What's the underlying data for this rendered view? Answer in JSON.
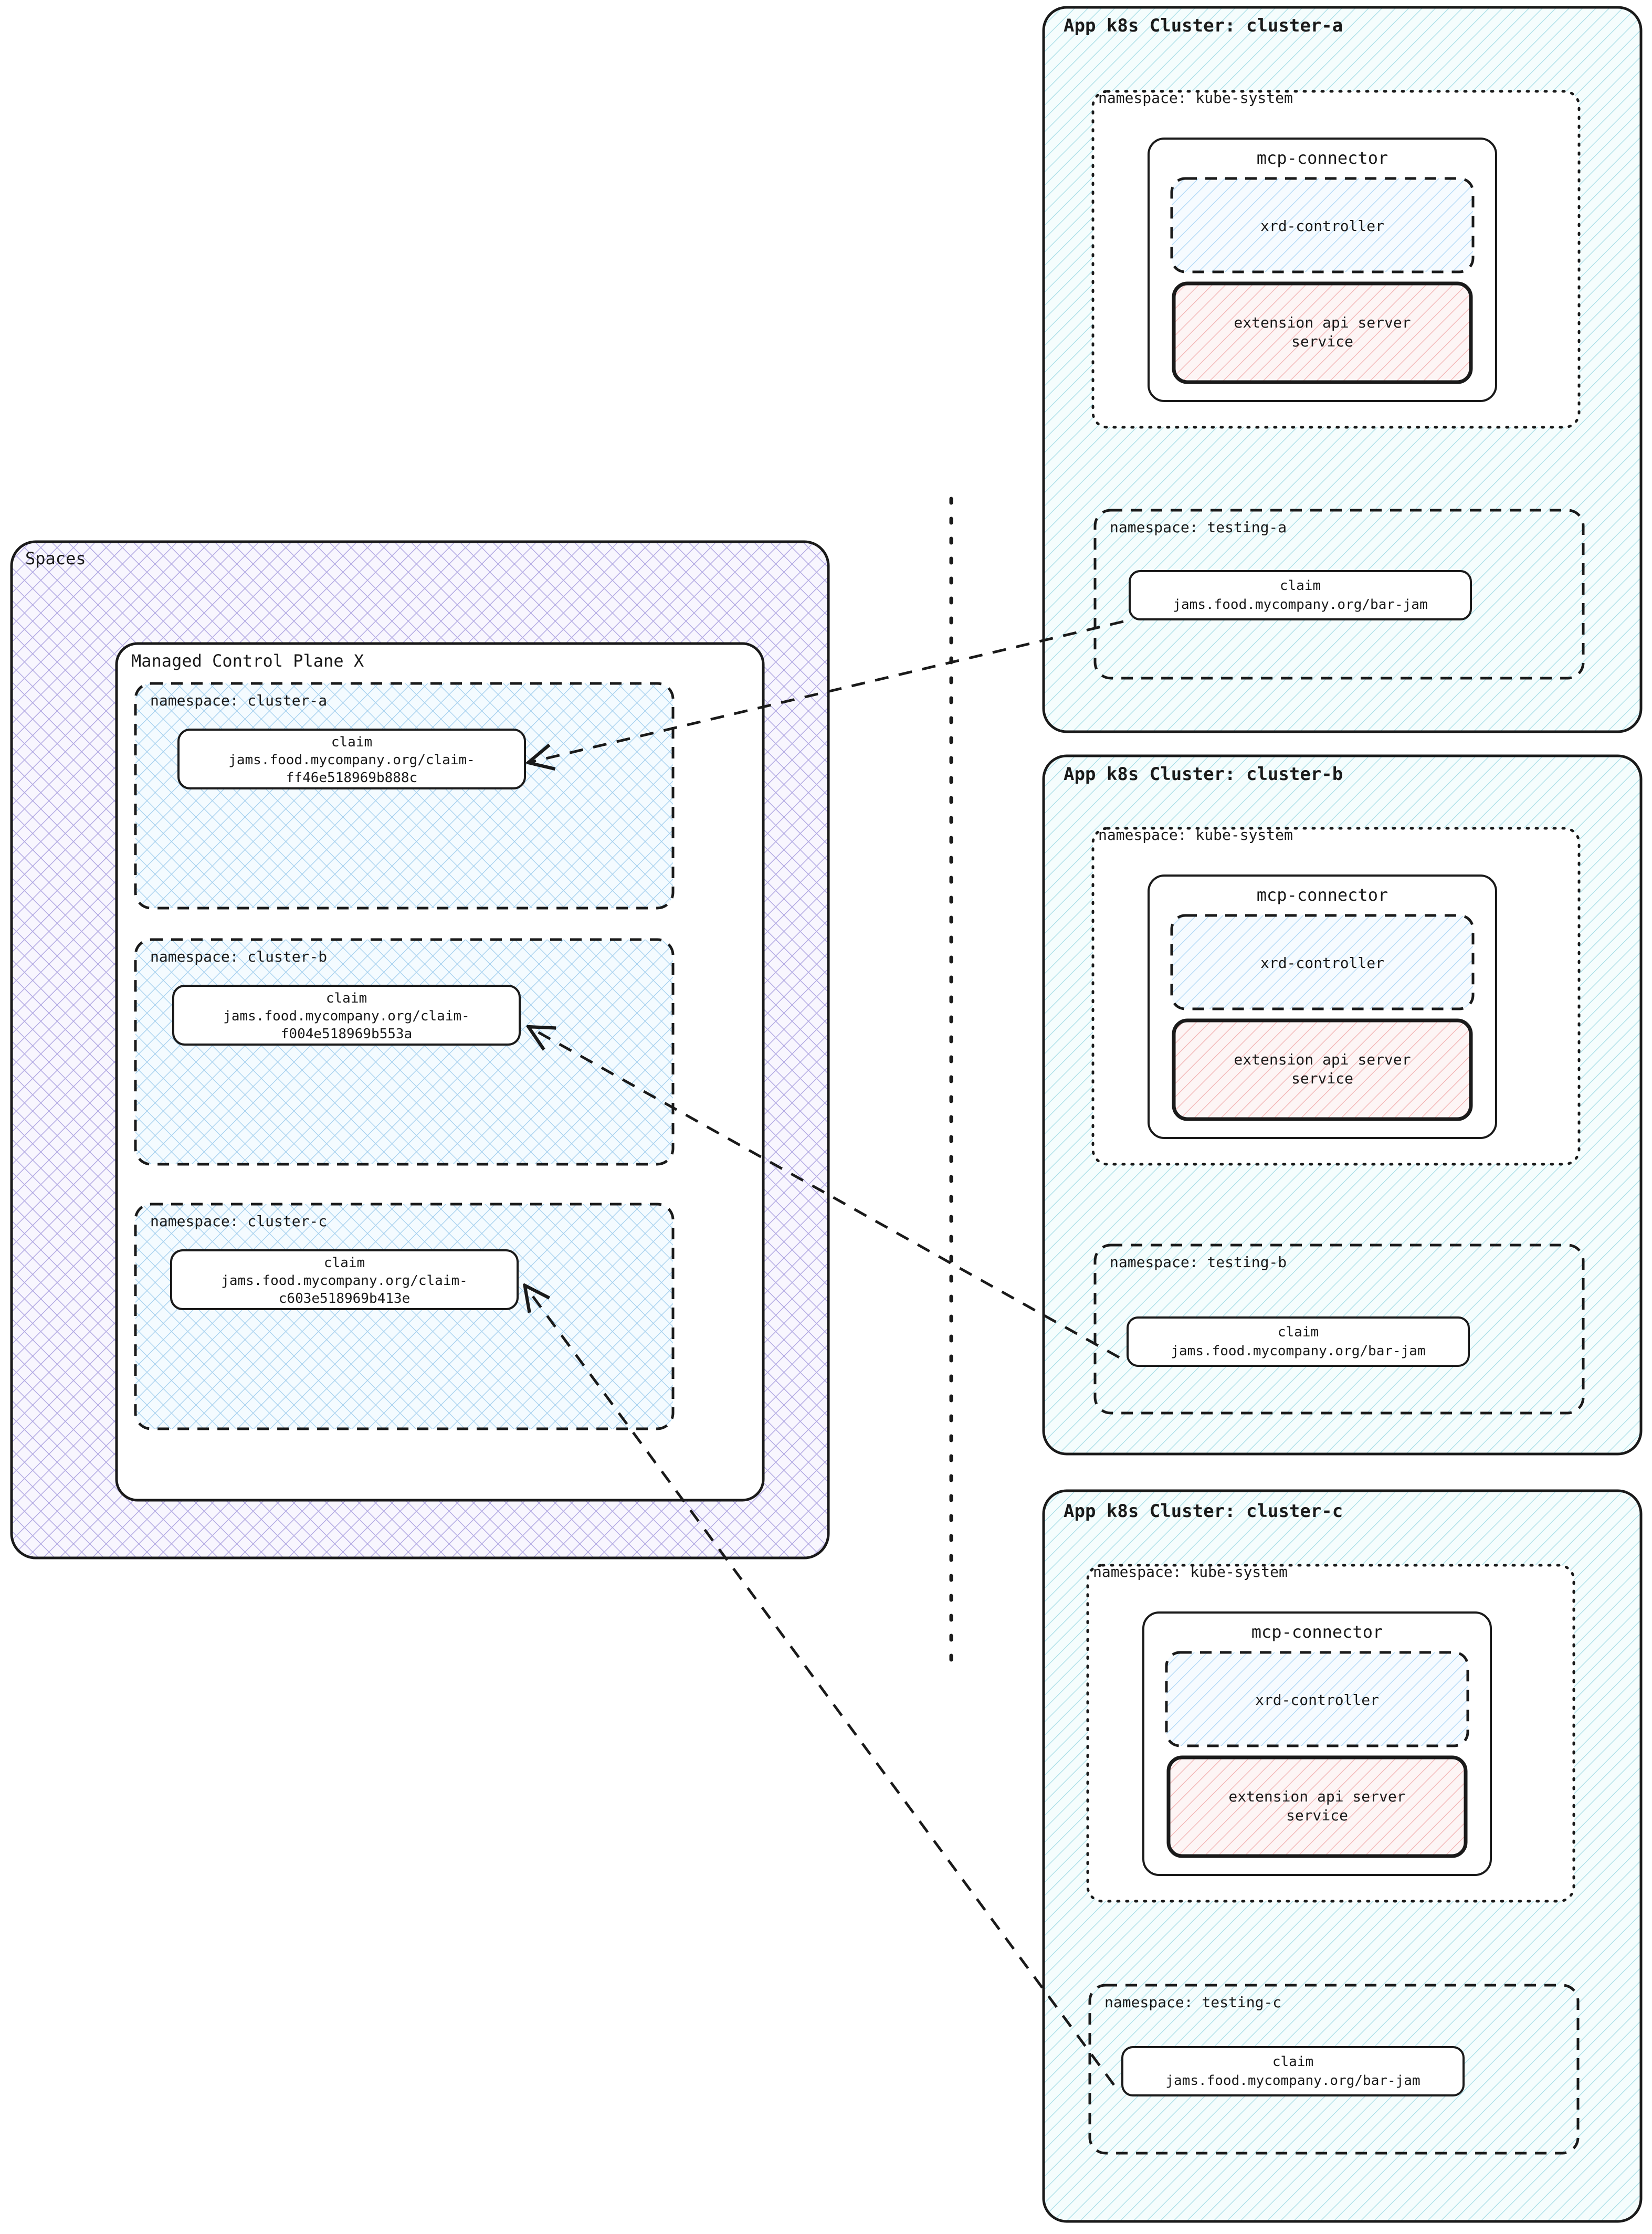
{
  "diagram": {
    "title": "Spaces managed control plane to app k8s clusters",
    "type": "architecture-diagram"
  },
  "colors": {
    "spaces_hatch": "#b0a8e0",
    "spaces_fill": "#f7f5fd",
    "mcp_namespace_hatch": "#9ecbef",
    "mcp_namespace_fill": "#f2fafe",
    "cluster_hatch": "#9fdbe4",
    "cluster_fill": "#f4fdfd",
    "xrd_hatch": "#a8d4f2",
    "ext_api_hatch": "#f0a8a8",
    "ext_api_fill": "#fdf4f4",
    "stroke": "#1a1a1a",
    "white": "#ffffff"
  },
  "spaces": {
    "label": "Spaces",
    "mcp": {
      "label": "Managed Control Plane X",
      "namespaces": [
        {
          "label": "namespace: cluster-a",
          "claim": {
            "line1": "claim",
            "line2": "jams.food.mycompany.org/claim-",
            "line3": "ff46e518969b888c"
          }
        },
        {
          "label": "namespace: cluster-b",
          "claim": {
            "line1": "claim",
            "line2": "jams.food.mycompany.org/claim-",
            "line3": "f004e518969b553a"
          }
        },
        {
          "label": "namespace: cluster-c",
          "claim": {
            "line1": "claim",
            "line2": "jams.food.mycompany.org/claim-",
            "line3": "c603e518969b413e"
          }
        }
      ]
    }
  },
  "clusters": [
    {
      "label": "App k8s Cluster: cluster-a",
      "kube_system": {
        "label": "namespace: kube-system",
        "mcp_connector": {
          "label": "mcp-connector",
          "xrd_controller": {
            "label": "xrd-controller"
          },
          "extension_api_server": {
            "line1": "extension api server",
            "line2": "service"
          }
        }
      },
      "testing_namespace": {
        "label": "namespace: testing-a",
        "claim": {
          "line1": "claim",
          "line2": "jams.food.mycompany.org/bar-jam"
        }
      }
    },
    {
      "label": "App k8s Cluster: cluster-b",
      "kube_system": {
        "label": "namespace: kube-system",
        "mcp_connector": {
          "label": "mcp-connector",
          "xrd_controller": {
            "label": "xrd-controller"
          },
          "extension_api_server": {
            "line1": "extension api server",
            "line2": "service"
          }
        }
      },
      "testing_namespace": {
        "label": "namespace: testing-b",
        "claim": {
          "line1": "claim",
          "line2": "jams.food.mycompany.org/bar-jam"
        }
      }
    },
    {
      "label": "App k8s Cluster: cluster-c",
      "kube_system": {
        "label": "namespace: kube-system",
        "mcp_connector": {
          "label": "mcp-connector",
          "xrd_controller": {
            "label": "xrd-controller"
          },
          "extension_api_server": {
            "line1": "extension api server",
            "line2": "service"
          }
        }
      },
      "testing_namespace": {
        "label": "namespace: testing-c",
        "claim": {
          "line1": "claim",
          "line2": "jams.food.mycompany.org/bar-jam"
        }
      }
    }
  ],
  "connectors": {
    "divider_label": "",
    "arrows": [
      {
        "from": "cluster-a testing claim",
        "to": "mcp namespace cluster-a claim"
      },
      {
        "from": "cluster-b testing claim",
        "to": "mcp namespace cluster-b claim"
      },
      {
        "from": "cluster-c testing claim",
        "to": "mcp namespace cluster-c claim"
      }
    ]
  }
}
